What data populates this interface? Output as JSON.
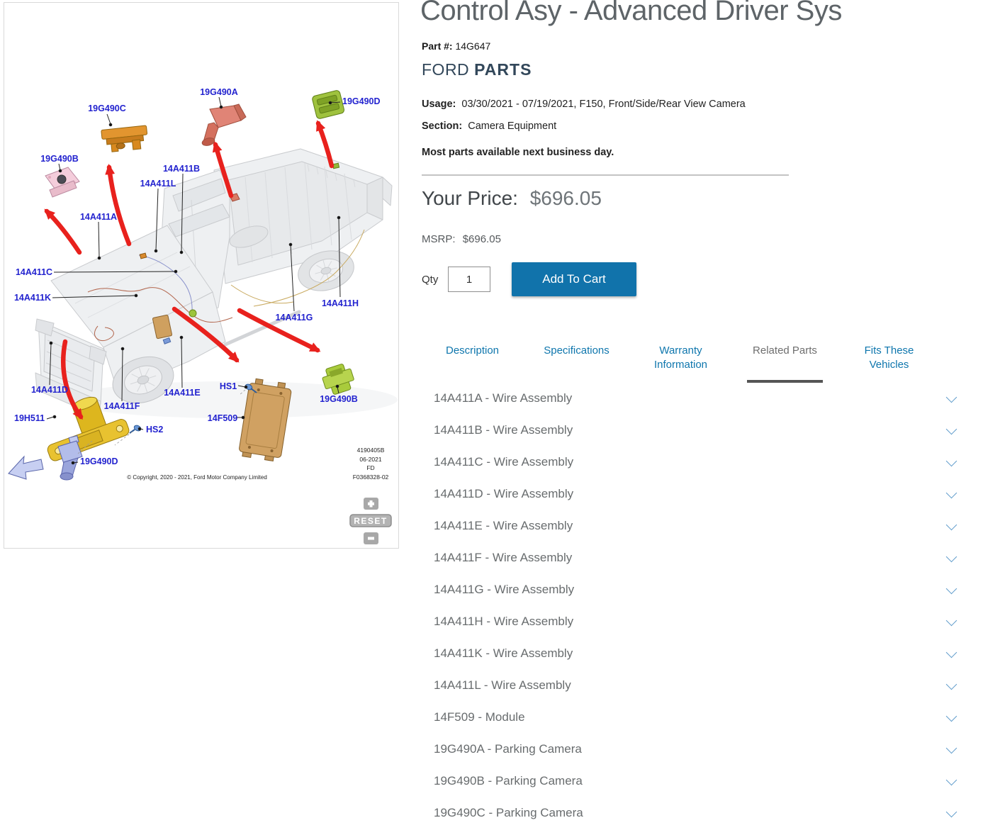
{
  "product": {
    "title": "Control Asy - Advanced Driver Sys",
    "part_label": "Part #:",
    "part_number": "14G647",
    "brand_first": "FORD",
    "brand_second": "PARTS",
    "usage_label": "Usage:",
    "usage_value": "03/30/2021 - 07/19/2021, F150, Front/Side/Rear View Camera",
    "section_label": "Section:",
    "section_value": "Camera Equipment",
    "availability": "Most parts available next business day.",
    "price_label": "Your Price:",
    "price_value": "$696.05",
    "msrp_label": "MSRP:",
    "msrp_value": "$696.05",
    "qty_label": "Qty",
    "qty_value": "1",
    "add_to_cart_label": "Add To Cart"
  },
  "tabs": [
    {
      "label": "Description",
      "active": false
    },
    {
      "label": "Specifications",
      "active": false
    },
    {
      "label": "Warranty Information",
      "active": false
    },
    {
      "label": "Related Parts",
      "active": true
    },
    {
      "label": "Fits These Vehicles",
      "active": false
    }
  ],
  "related_parts": {
    "items": [
      {
        "label": "14A411A - Wire Assembly"
      },
      {
        "label": "14A411B - Wire Assembly"
      },
      {
        "label": "14A411C - Wire Assembly"
      },
      {
        "label": "14A411D - Wire Assembly"
      },
      {
        "label": "14A411E - Wire Assembly"
      },
      {
        "label": "14A411F - Wire Assembly"
      },
      {
        "label": "14A411G - Wire Assembly"
      },
      {
        "label": "14A411H - Wire Assembly"
      },
      {
        "label": "14A411K - Wire Assembly"
      },
      {
        "label": "14A411L - Wire Assembly"
      },
      {
        "label": "14F509 - Module"
      },
      {
        "label": "19G490A - Parking Camera"
      },
      {
        "label": "19G490B - Parking Camera"
      },
      {
        "label": "19G490C - Parking Camera"
      }
    ]
  },
  "diagram": {
    "labels": [
      "19G490C",
      "19G490A",
      "19G490D",
      "19G490B",
      "14A411B",
      "14A411L",
      "14A411A",
      "14A411C",
      "14A411K",
      "14A411H",
      "14A411G",
      "14A411D",
      "14A411E",
      "HS1",
      "19G490B",
      "14A411F",
      "14F509",
      "19H511",
      "HS2",
      "19G490D"
    ],
    "copyright": "© Copyright, 2020 - 2021, Ford Motor Company Limited",
    "stamp_lines": [
      "4190405B",
      "06-2021",
      "FD",
      "F0368328-02"
    ],
    "reset_label": "RESET",
    "colors": {
      "label_blue": "#2323cf",
      "arrow_red": "#e8211d",
      "link_blue": "#0e76ad",
      "button_blue": "#1173ab",
      "brand_navy": "#32475a",
      "active_tab_gray": "#6e6e6e"
    }
  }
}
